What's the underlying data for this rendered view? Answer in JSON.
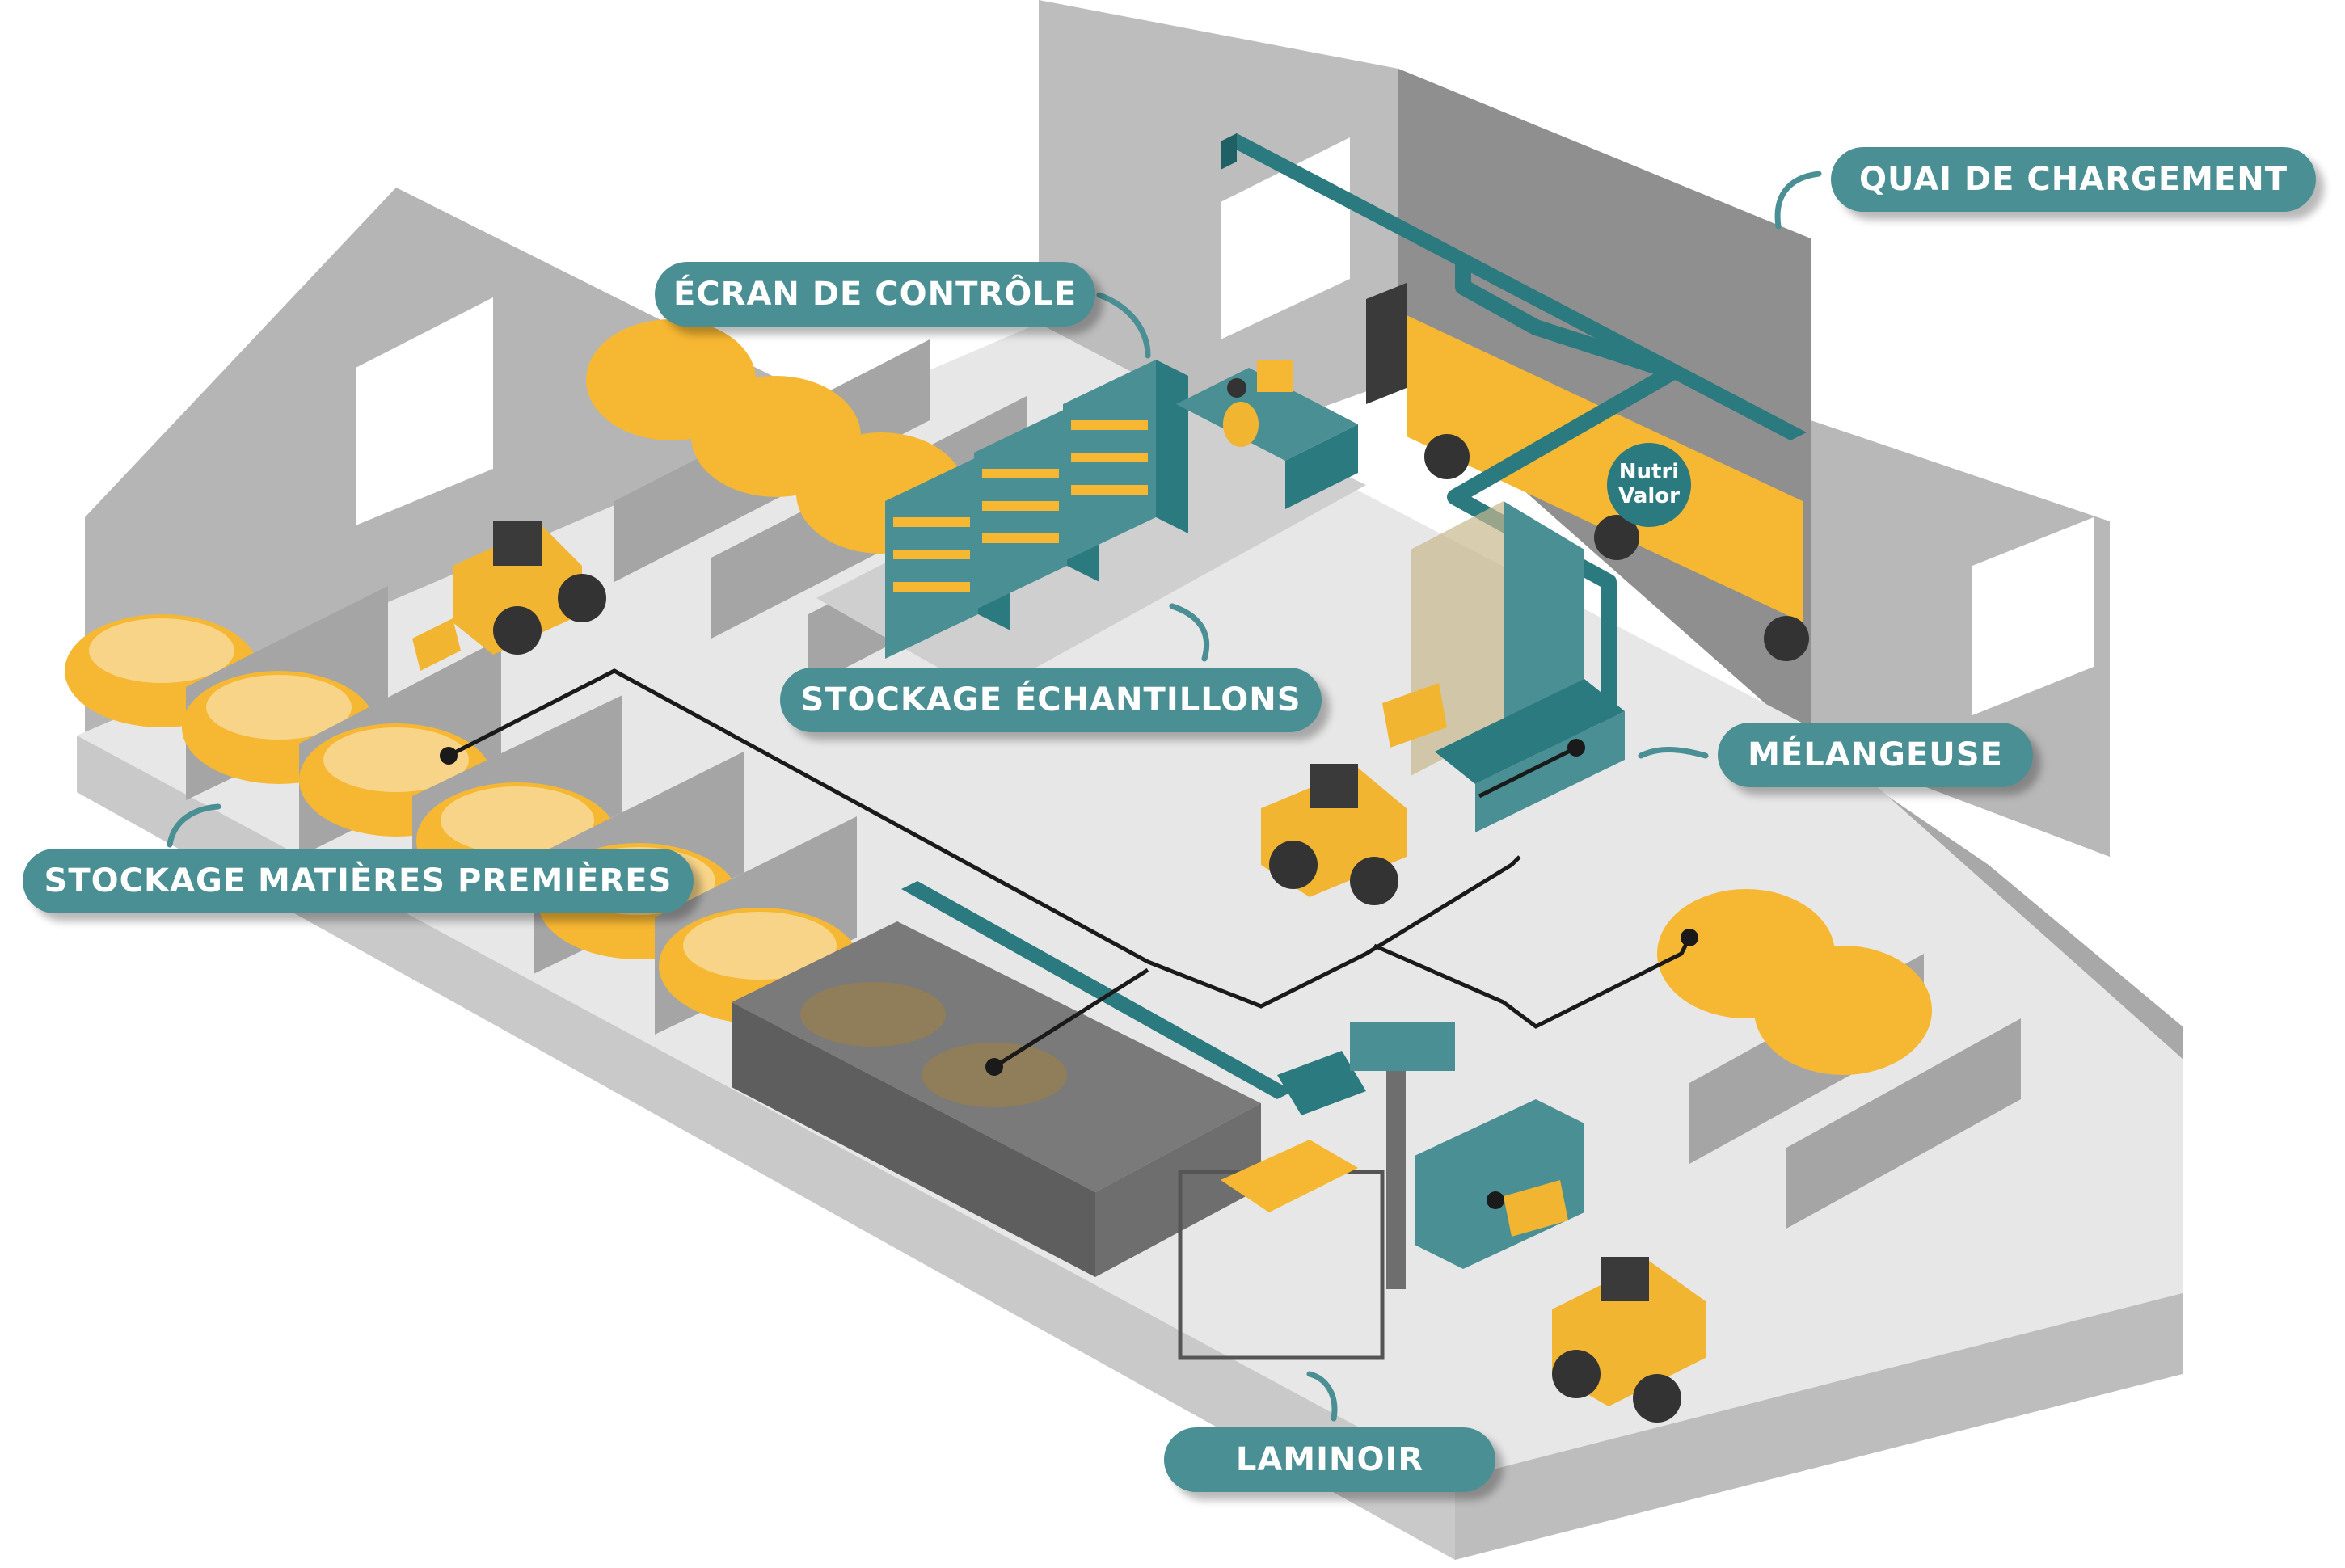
{
  "labels": {
    "quai_de_chargement": "QUAI DE CHARGEMENT",
    "ecran_de_controle": "ÉCRAN DE CONTRÔLE",
    "stockage_echantillons": "STOCKAGE ÉCHANTILLONS",
    "melangeuse": "MÉLANGEUSE",
    "stockage_matieres_premieres": "STOCKAGE MATIÈRES PREMIÈRES",
    "laminoir": "LAMINOIR"
  },
  "truck_logo": {
    "line1": "Nutri",
    "line2": "Valor"
  },
  "colors": {
    "teal": "#4a8f94",
    "teal_dark": "#2b7a80",
    "grain": "#f6b732",
    "grain_light": "#f8d488",
    "wall_gray": "#b0b0b0",
    "floor_gray": "#e6e6e6",
    "machine_yellow": "#f2b532"
  },
  "icons": [
    "front-loader-icon",
    "conveyor-icon",
    "hopper-icon",
    "truck-icon",
    "operator-desk-icon",
    "sample-shelf-icon"
  ]
}
